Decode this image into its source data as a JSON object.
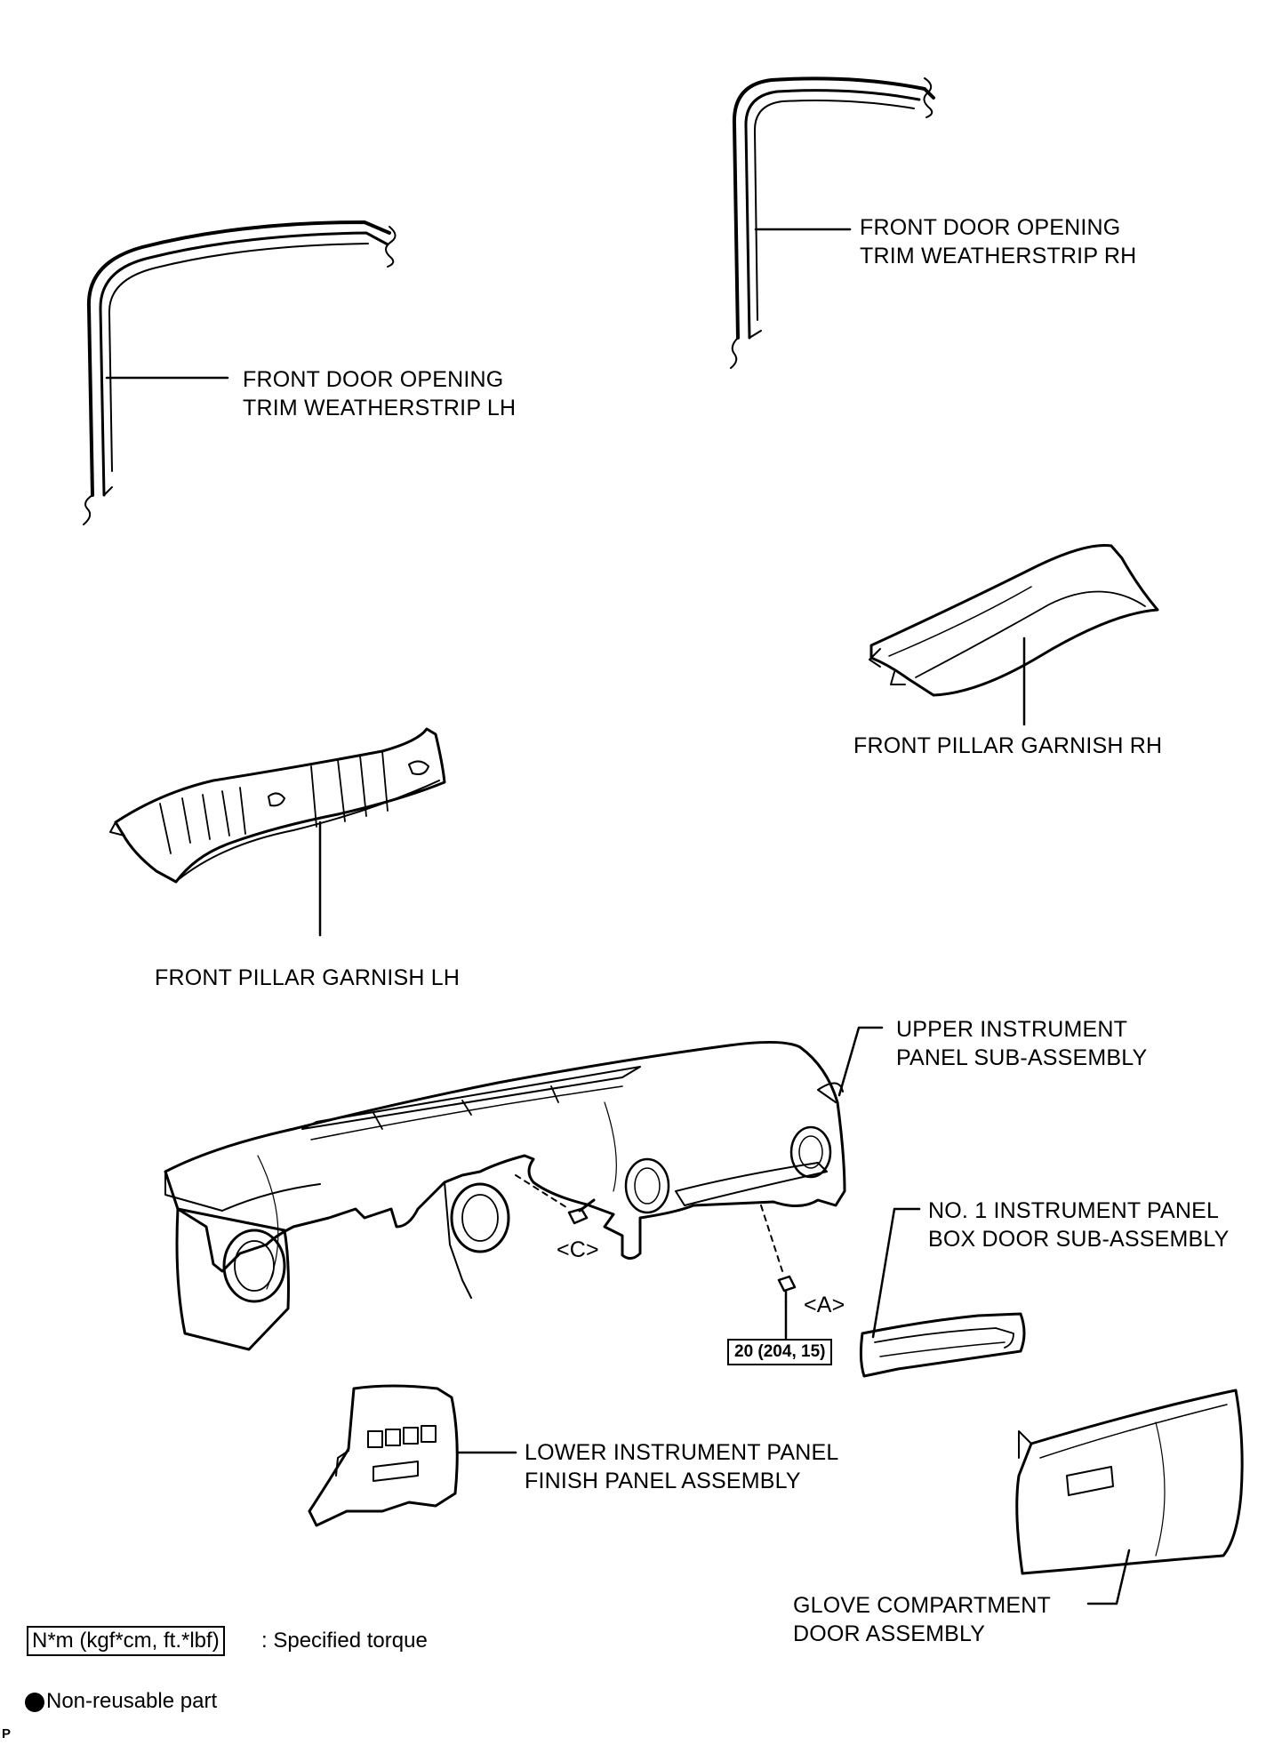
{
  "labels": {
    "rh_weatherstrip_1": "FRONT DOOR OPENING",
    "rh_weatherstrip_2": "TRIM WEATHERSTRIP RH",
    "lh_weatherstrip_1": "FRONT DOOR OPENING",
    "lh_weatherstrip_2": "TRIM WEATHERSTRIP LH",
    "pillar_rh": "FRONT PILLAR GARNISH RH",
    "pillar_lh": "FRONT PILLAR GARNISH LH",
    "upper_panel_1": "UPPER INSTRUMENT",
    "upper_panel_2": "PANEL SUB-ASSEMBLY",
    "box_door_1": "NO. 1 INSTRUMENT PANEL",
    "box_door_2": "BOX DOOR SUB-ASSEMBLY",
    "lower_panel_1": "LOWER INSTRUMENT PANEL",
    "lower_panel_2": "FINISH PANEL ASSEMBLY",
    "glove_1": "GLOVE COMPARTMENT",
    "glove_2": "DOOR ASSEMBLY",
    "callout_c": "<C>",
    "callout_a": "<A>"
  },
  "torque": "20 (204, 15)",
  "legend": {
    "torque_box": "N*m (kgf*cm, ft.*lbf)",
    "torque_text": ": Specified torque",
    "nonreusable_text": "Non-reusable part"
  },
  "corner_mark": "P"
}
